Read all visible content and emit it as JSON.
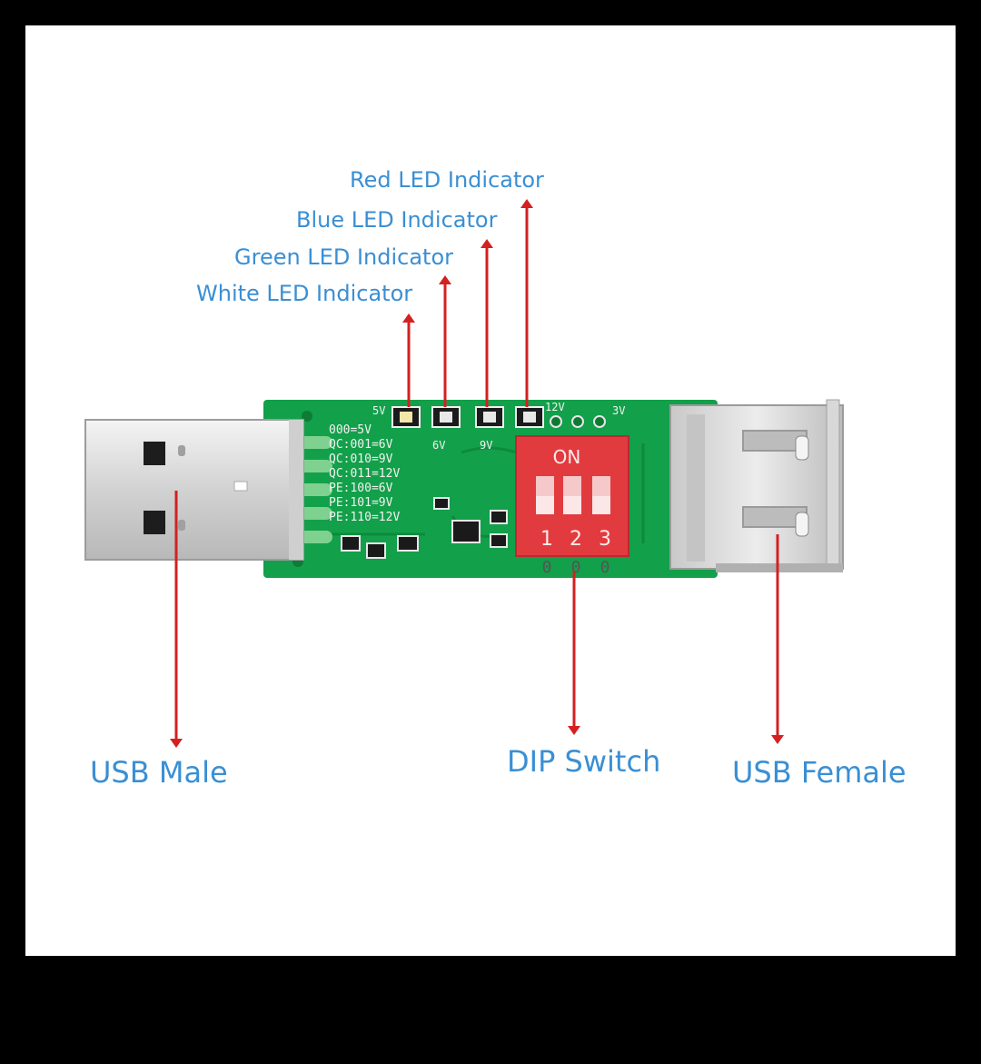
{
  "colors": {
    "background": "#000000",
    "panel": "#ffffff",
    "label_blue": "#3a8fd4",
    "arrow_red": "#d42020",
    "pcb_green": "#13a04a",
    "dip_red": "#e23b3f"
  },
  "labels": {
    "red_led": "Red LED Indicator",
    "blue_led": "Blue LED Indicator",
    "green_led": "Green LED Indicator",
    "white_led": "White LED Indicator",
    "usb_male": "USB Male",
    "dip_switch": "DIP Switch",
    "usb_female": "USB Female"
  },
  "pcb_silkscreen": {
    "mode_lines": [
      "000=5V",
      "QC:001=6V",
      "QC:010=9V",
      "QC:011=12V",
      "PE:100=6V",
      "PE:101=9V",
      "PE:110=12V"
    ],
    "led_voltages": [
      "5V",
      "6V",
      "9V",
      "12V"
    ],
    "extra": "3V"
  },
  "dip": {
    "on_label": "ON",
    "switch_numbers": [
      "1",
      "2",
      "3"
    ],
    "states": [
      "0",
      "0",
      "0"
    ]
  }
}
